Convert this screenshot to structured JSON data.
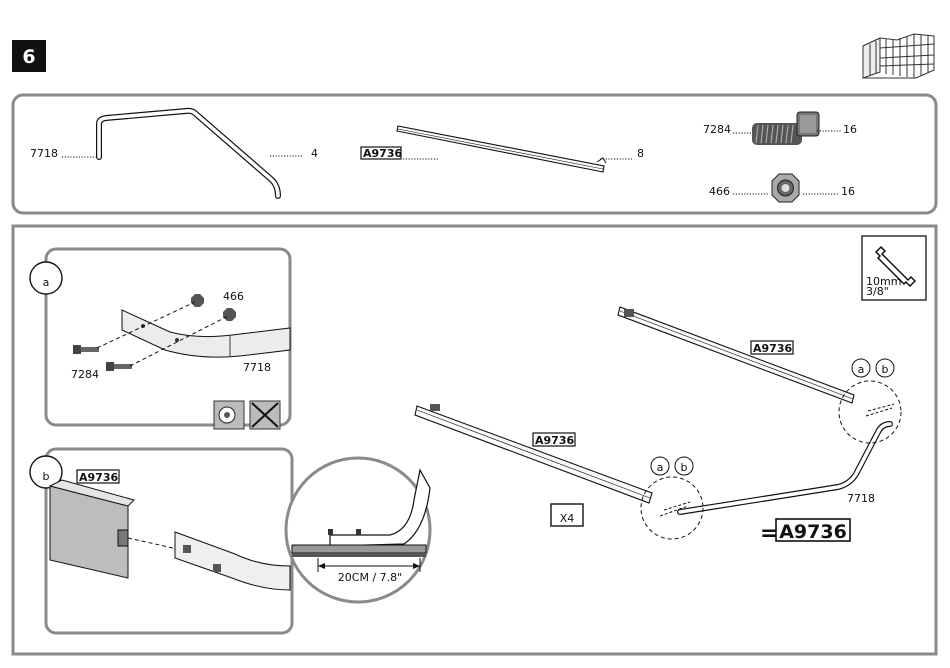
{
  "step": {
    "number": "6"
  },
  "parts": [
    {
      "code": "7718",
      "qty": "4",
      "boxed": false
    },
    {
      "code": "A9736",
      "qty": "8",
      "boxed": true
    },
    {
      "code": "7284",
      "qty": "16",
      "boxed": false
    },
    {
      "code": "466",
      "qty": "16",
      "boxed": false
    }
  ],
  "tool": {
    "size_metric": "10mm",
    "size_imperial": "3/8\""
  },
  "detail_a": {
    "marker": "a",
    "bolt_code": "7284",
    "nut_code": "466",
    "tube_code": "7718"
  },
  "detail_b": {
    "marker": "b",
    "bar_code": "A9736",
    "measure": "20CM / 7.8\""
  },
  "main": {
    "bar_upper_code": "A9736",
    "bar_lower_code": "A9736",
    "frame_code": "7718",
    "marker_a": "a",
    "marker_b": "b",
    "multiplier": "X4",
    "result_prefix": "=",
    "result_code": "A9736"
  }
}
